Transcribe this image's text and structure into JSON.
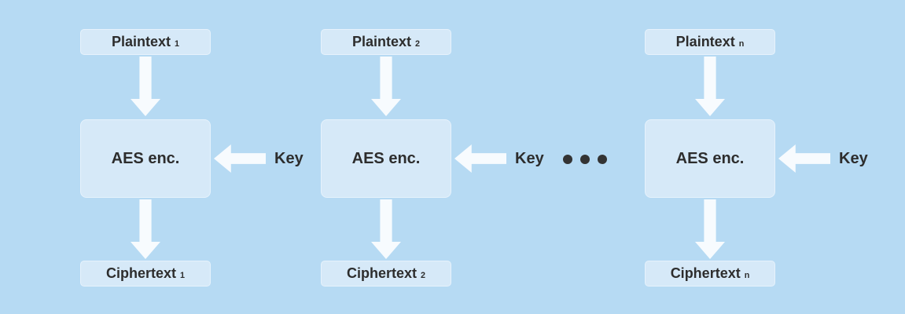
{
  "diagram": {
    "description": "AES block-cipher encryption diagram with repeated encryption units",
    "colors": {
      "background": "#b6daf3",
      "box_fill": "#d6e9f8",
      "box_border": "#e6f2fc",
      "arrow": "#f7fbfe",
      "text": "#2d2d2d",
      "dot": "#333333"
    },
    "columns": [
      {
        "plaintext_label": "Plaintext",
        "plaintext_sub": "1",
        "aes_label": "AES enc.",
        "ciphertext_label": "Ciphertext",
        "ciphertext_sub": "1",
        "key_label": "Key"
      },
      {
        "plaintext_label": "Plaintext",
        "plaintext_sub": "2",
        "aes_label": "AES enc.",
        "ciphertext_label": "Ciphertext",
        "ciphertext_sub": "2",
        "key_label": "Key"
      },
      {
        "plaintext_label": "Plaintext",
        "plaintext_sub": "n",
        "aes_label": "AES enc.",
        "ciphertext_label": "Ciphertext",
        "ciphertext_sub": "n",
        "key_label": "Key"
      }
    ],
    "ellipsis_dots": [
      "●",
      "●",
      "●"
    ]
  }
}
